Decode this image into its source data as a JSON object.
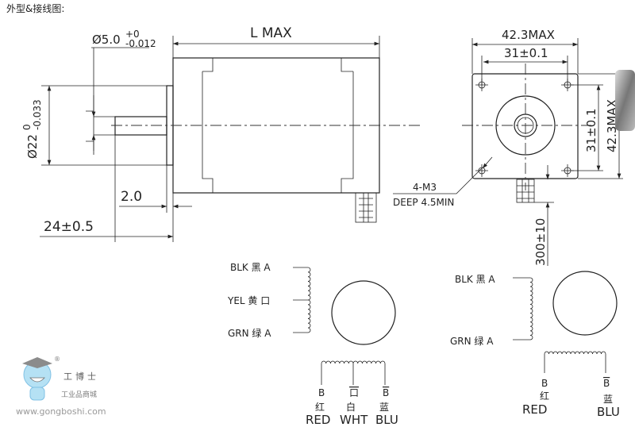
{
  "heading": "外型&接线图:",
  "side_view": {
    "length": "L MAX",
    "shaft_dia": "Ø5.0",
    "shaft_tol_upper": "+0",
    "shaft_tol_lower": "-0.012",
    "boss_dia": "Ø22",
    "boss_tol_upper": "0",
    "boss_tol_lower": "-0.033",
    "boss_height": "2.0",
    "shaft_length": "24±0.5"
  },
  "front_view": {
    "width_max": "42.3MAX",
    "hole_spacing": "31±0.1",
    "height_hole_spacing": "31±0.1",
    "height_max": "42.3MAX",
    "holes": "4-M3",
    "hole_depth": "DEEP 4.5MIN",
    "lead_length": "300±10"
  },
  "wiring_6lead": {
    "left": [
      {
        "label": "BLK 黑 A"
      },
      {
        "label": "YEL 黄 口"
      },
      {
        "label": "GRN 绿 A"
      }
    ],
    "bottom": [
      {
        "pin": "B",
        "cn": "红",
        "en": "RED"
      },
      {
        "pin": "口",
        "cn": "白",
        "en": "WHT"
      },
      {
        "pin": "B",
        "cn": "蓝",
        "en": "BLU"
      }
    ]
  },
  "wiring_4lead": {
    "left": [
      {
        "label": "BLK 黑 A"
      },
      {
        "label": "GRN 绿 A"
      }
    ],
    "bottom": [
      {
        "pin": "B",
        "cn": "红",
        "en": "RED"
      },
      {
        "pin": "B",
        "cn": "蓝",
        "en": "BLU"
      }
    ]
  },
  "watermark": {
    "brand": "工博士",
    "tagline": "工业品商城",
    "url": "www.gongboshi.com",
    "registered": "®"
  }
}
